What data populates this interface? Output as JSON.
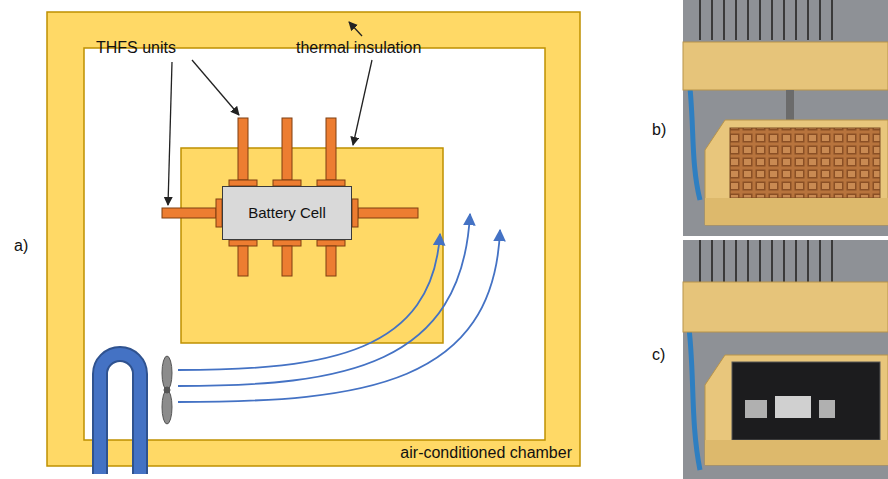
{
  "diagram": {
    "nodes": [
      {
        "text": [
          "air-conditioned chamber"
        ]
      },
      {
        "text": [
          "Battery Cell"
        ],
        "in": 0
      }
    ],
    "labels": [
      "a)",
      "b)",
      "c)",
      "THFS units",
      "thermal insulation"
    ]
  }
}
